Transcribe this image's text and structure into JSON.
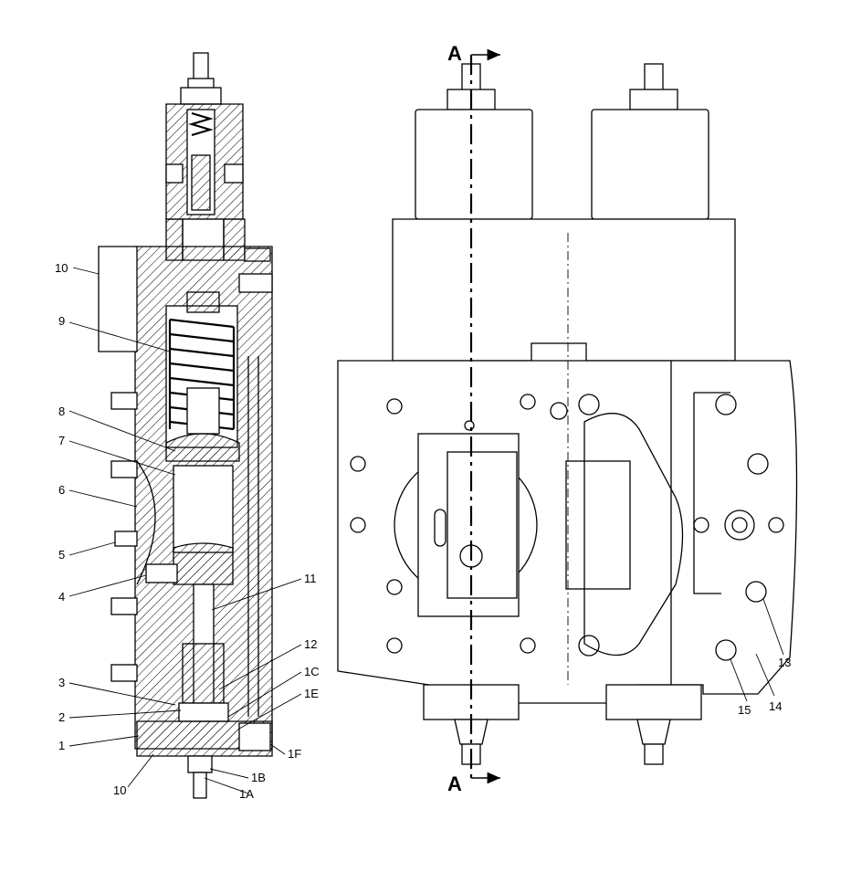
{
  "labels": {
    "c10_top": "10",
    "c9": "9",
    "c8": "8",
    "c7": "7",
    "c6": "6",
    "c5": "5",
    "c4": "4",
    "c3": "3",
    "c2": "2",
    "c1": "1",
    "c10_bottom": "10",
    "c11": "11",
    "c12": "12",
    "c1C": "1C",
    "c1E": "1E",
    "c1F": "1F",
    "c1B": "1B",
    "c1A": "1A",
    "c13": "13",
    "c14": "14",
    "c15": "15"
  },
  "section_marker": {
    "top": "A",
    "bottom": "A"
  }
}
